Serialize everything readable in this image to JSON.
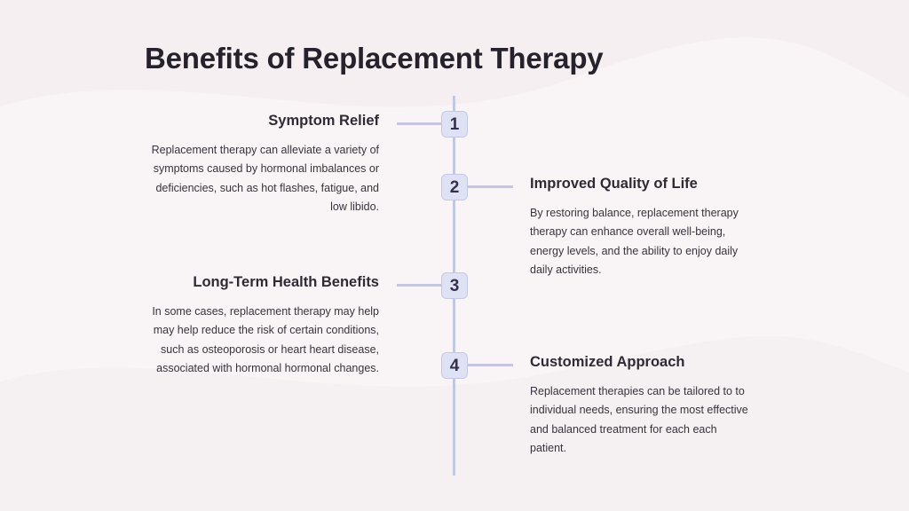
{
  "slide": {
    "title": "Benefits of Replacement Therapy"
  },
  "timeline": {
    "items": [
      {
        "number": "1",
        "heading": "Symptom Relief",
        "body": "Replacement therapy can alleviate a variety of symptoms caused by hormonal imbalances or deficiencies, such as hot flashes, fatigue, and low libido."
      },
      {
        "number": "2",
        "heading": "Improved Quality of Life",
        "body": "By restoring balance, replacement therapy therapy can enhance overall well-being, energy levels, and the ability to enjoy daily daily activities."
      },
      {
        "number": "3",
        "heading": "Long-Term Health Benefits",
        "body": "In some cases, replacement therapy may help may help reduce the risk of certain conditions, such as osteoporosis or heart heart disease, associated with hormonal hormonal changes."
      },
      {
        "number": "4",
        "heading": "Customized Approach",
        "body": "Replacement therapies can be tailored to to individual needs, ensuring the most effective and balanced treatment for each each patient."
      }
    ]
  },
  "colors": {
    "background": "#f9f5f6",
    "timeline_line": "#c3c7e2",
    "marker_fill": "#dfe2f5",
    "heading_text": "#2f2a33"
  }
}
